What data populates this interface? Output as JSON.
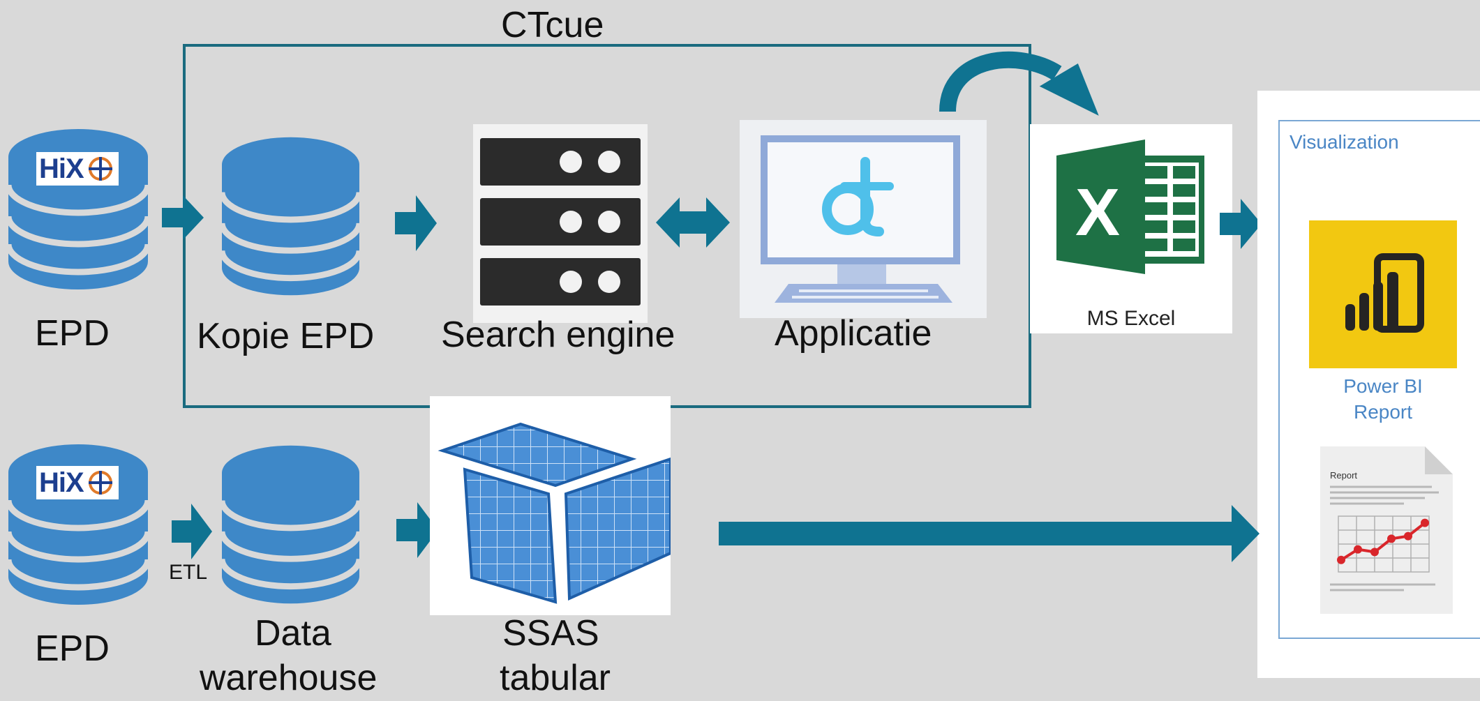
{
  "title": "CTcue",
  "colors": {
    "db": "#3e88c8",
    "arrow": "#0f7391",
    "frame": "#1a6b7f",
    "excel": "#1e7145",
    "powerbi": "#f2c811"
  },
  "row1": {
    "source_label": "EPD",
    "source_logo": "HiX",
    "copy_label": "Kopie EPD",
    "engine_label": "Search engine",
    "app_label": "Applicatie",
    "excel_label": "MS Excel",
    "excel_letter": "X"
  },
  "row2": {
    "source_label": "EPD",
    "source_logo": "HiX",
    "etl_label": "ETL",
    "dw_label_1": "Data",
    "dw_label_2": "warehouse",
    "ssas_label_1": "SSAS",
    "ssas_label_2": "tabular"
  },
  "panel": {
    "title": "Visualization",
    "powerbi_label_1": "Power BI",
    "powerbi_label_2": "Report",
    "report_title": "Report",
    "report_chart": [
      2,
      4,
      3.5,
      6,
      6.5,
      9
    ]
  }
}
